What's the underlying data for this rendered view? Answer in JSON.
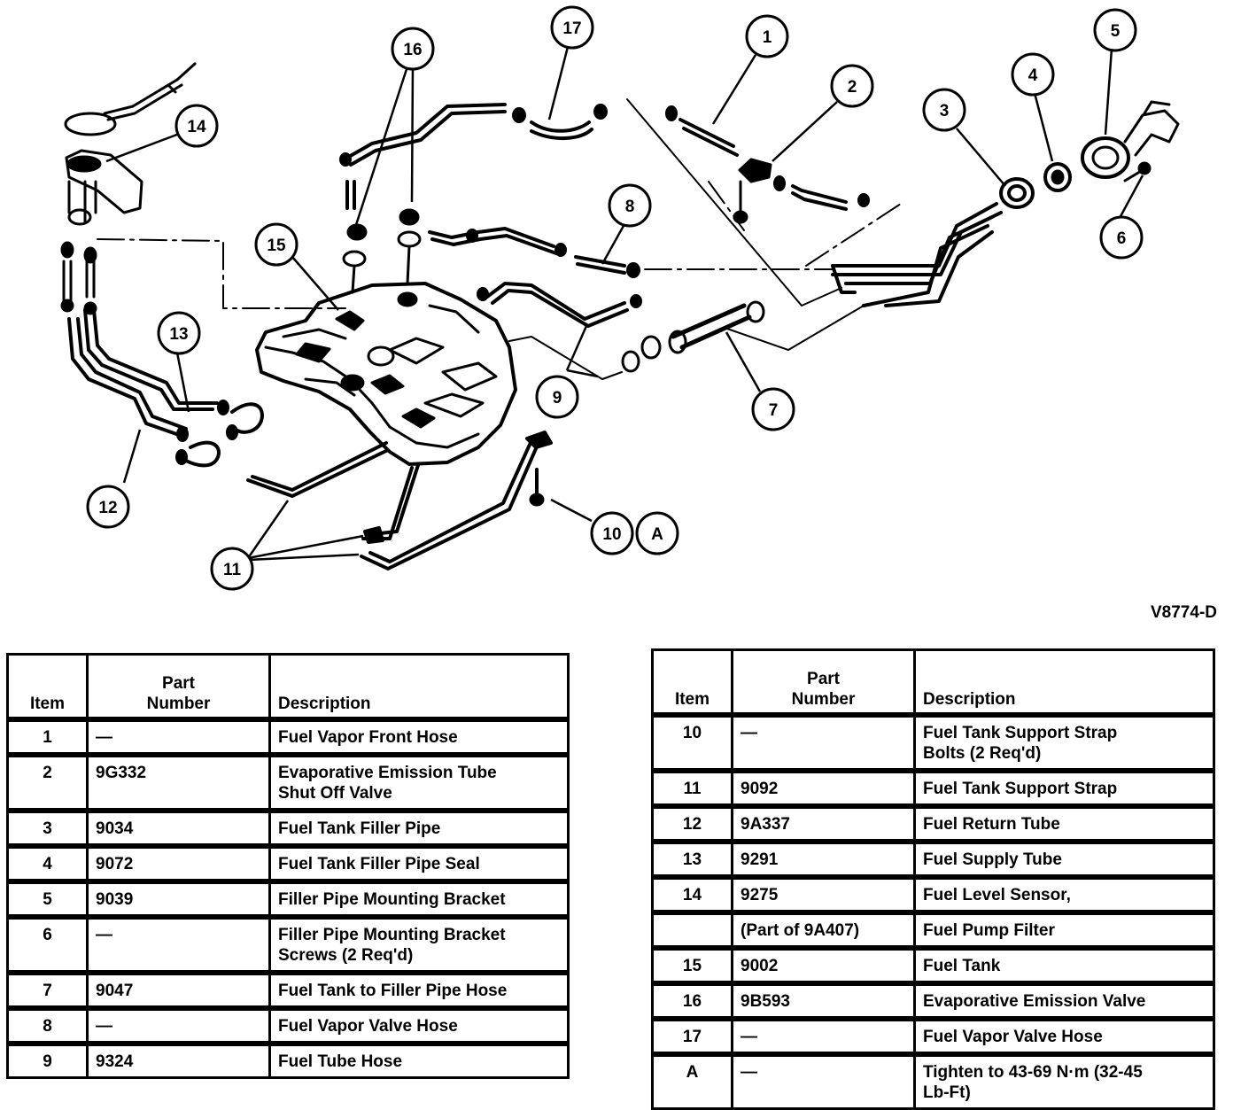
{
  "figure": {
    "reference": "V8774-D",
    "callouts": [
      "1",
      "2",
      "3",
      "4",
      "5",
      "6",
      "7",
      "8",
      "9",
      "10",
      "A",
      "11",
      "12",
      "13",
      "14",
      "15",
      "16",
      "17"
    ]
  },
  "tables": {
    "headers": {
      "item": "Item",
      "part_line1": "Part",
      "part_line2": "Number",
      "description": "Description"
    },
    "left": [
      {
        "item": "1",
        "part": "—",
        "desc1": "Fuel Vapor Front Hose",
        "desc2": ""
      },
      {
        "item": "2",
        "part": "9G332",
        "desc1": "Evaporative Emission Tube",
        "desc2": "Shut Off Valve"
      },
      {
        "item": "3",
        "part": "9034",
        "desc1": "Fuel Tank Filler Pipe",
        "desc2": ""
      },
      {
        "item": "4",
        "part": "9072",
        "desc1": "Fuel Tank Filler Pipe Seal",
        "desc2": ""
      },
      {
        "item": "5",
        "part": "9039",
        "desc1": "Filler Pipe Mounting Bracket",
        "desc2": ""
      },
      {
        "item": "6",
        "part": "—",
        "desc1": "Filler Pipe Mounting Bracket",
        "desc2": "Screws  (2 Req'd)"
      },
      {
        "item": "7",
        "part": "9047",
        "desc1": "Fuel Tank to Filler Pipe Hose",
        "desc2": ""
      },
      {
        "item": "8",
        "part": "—",
        "desc1": "Fuel Vapor Valve Hose",
        "desc2": ""
      },
      {
        "item": "9",
        "part": "9324",
        "desc1": "Fuel Tube Hose",
        "desc2": ""
      }
    ],
    "right": [
      {
        "item": "10",
        "part": "—",
        "desc1": "Fuel Tank Support Strap",
        "desc2": "Bolts  (2 Req'd)"
      },
      {
        "item": "11",
        "part": "9092",
        "desc1": "Fuel Tank Support Strap",
        "desc2": ""
      },
      {
        "item": "12",
        "part": "9A337",
        "desc1": "Fuel Return Tube",
        "desc2": ""
      },
      {
        "item": "13",
        "part": "9291",
        "desc1": "Fuel Supply Tube",
        "desc2": ""
      },
      {
        "item": "14",
        "part": "9275",
        "desc1": "Fuel Level Sensor,",
        "desc2": ""
      },
      {
        "item": "",
        "part": "(Part of 9A407)",
        "desc1": "Fuel Pump Filter",
        "desc2": ""
      },
      {
        "item": "15",
        "part": "9002",
        "desc1": "Fuel Tank",
        "desc2": ""
      },
      {
        "item": "16",
        "part": "9B593",
        "desc1": "Evaporative Emission Valve",
        "desc2": ""
      },
      {
        "item": "17",
        "part": "—",
        "desc1": "Fuel Vapor Valve Hose",
        "desc2": ""
      },
      {
        "item": "A",
        "part": "—",
        "desc1": "Tighten to 43-69 N·m (32-45",
        "desc2": "Lb-Ft)"
      }
    ]
  }
}
